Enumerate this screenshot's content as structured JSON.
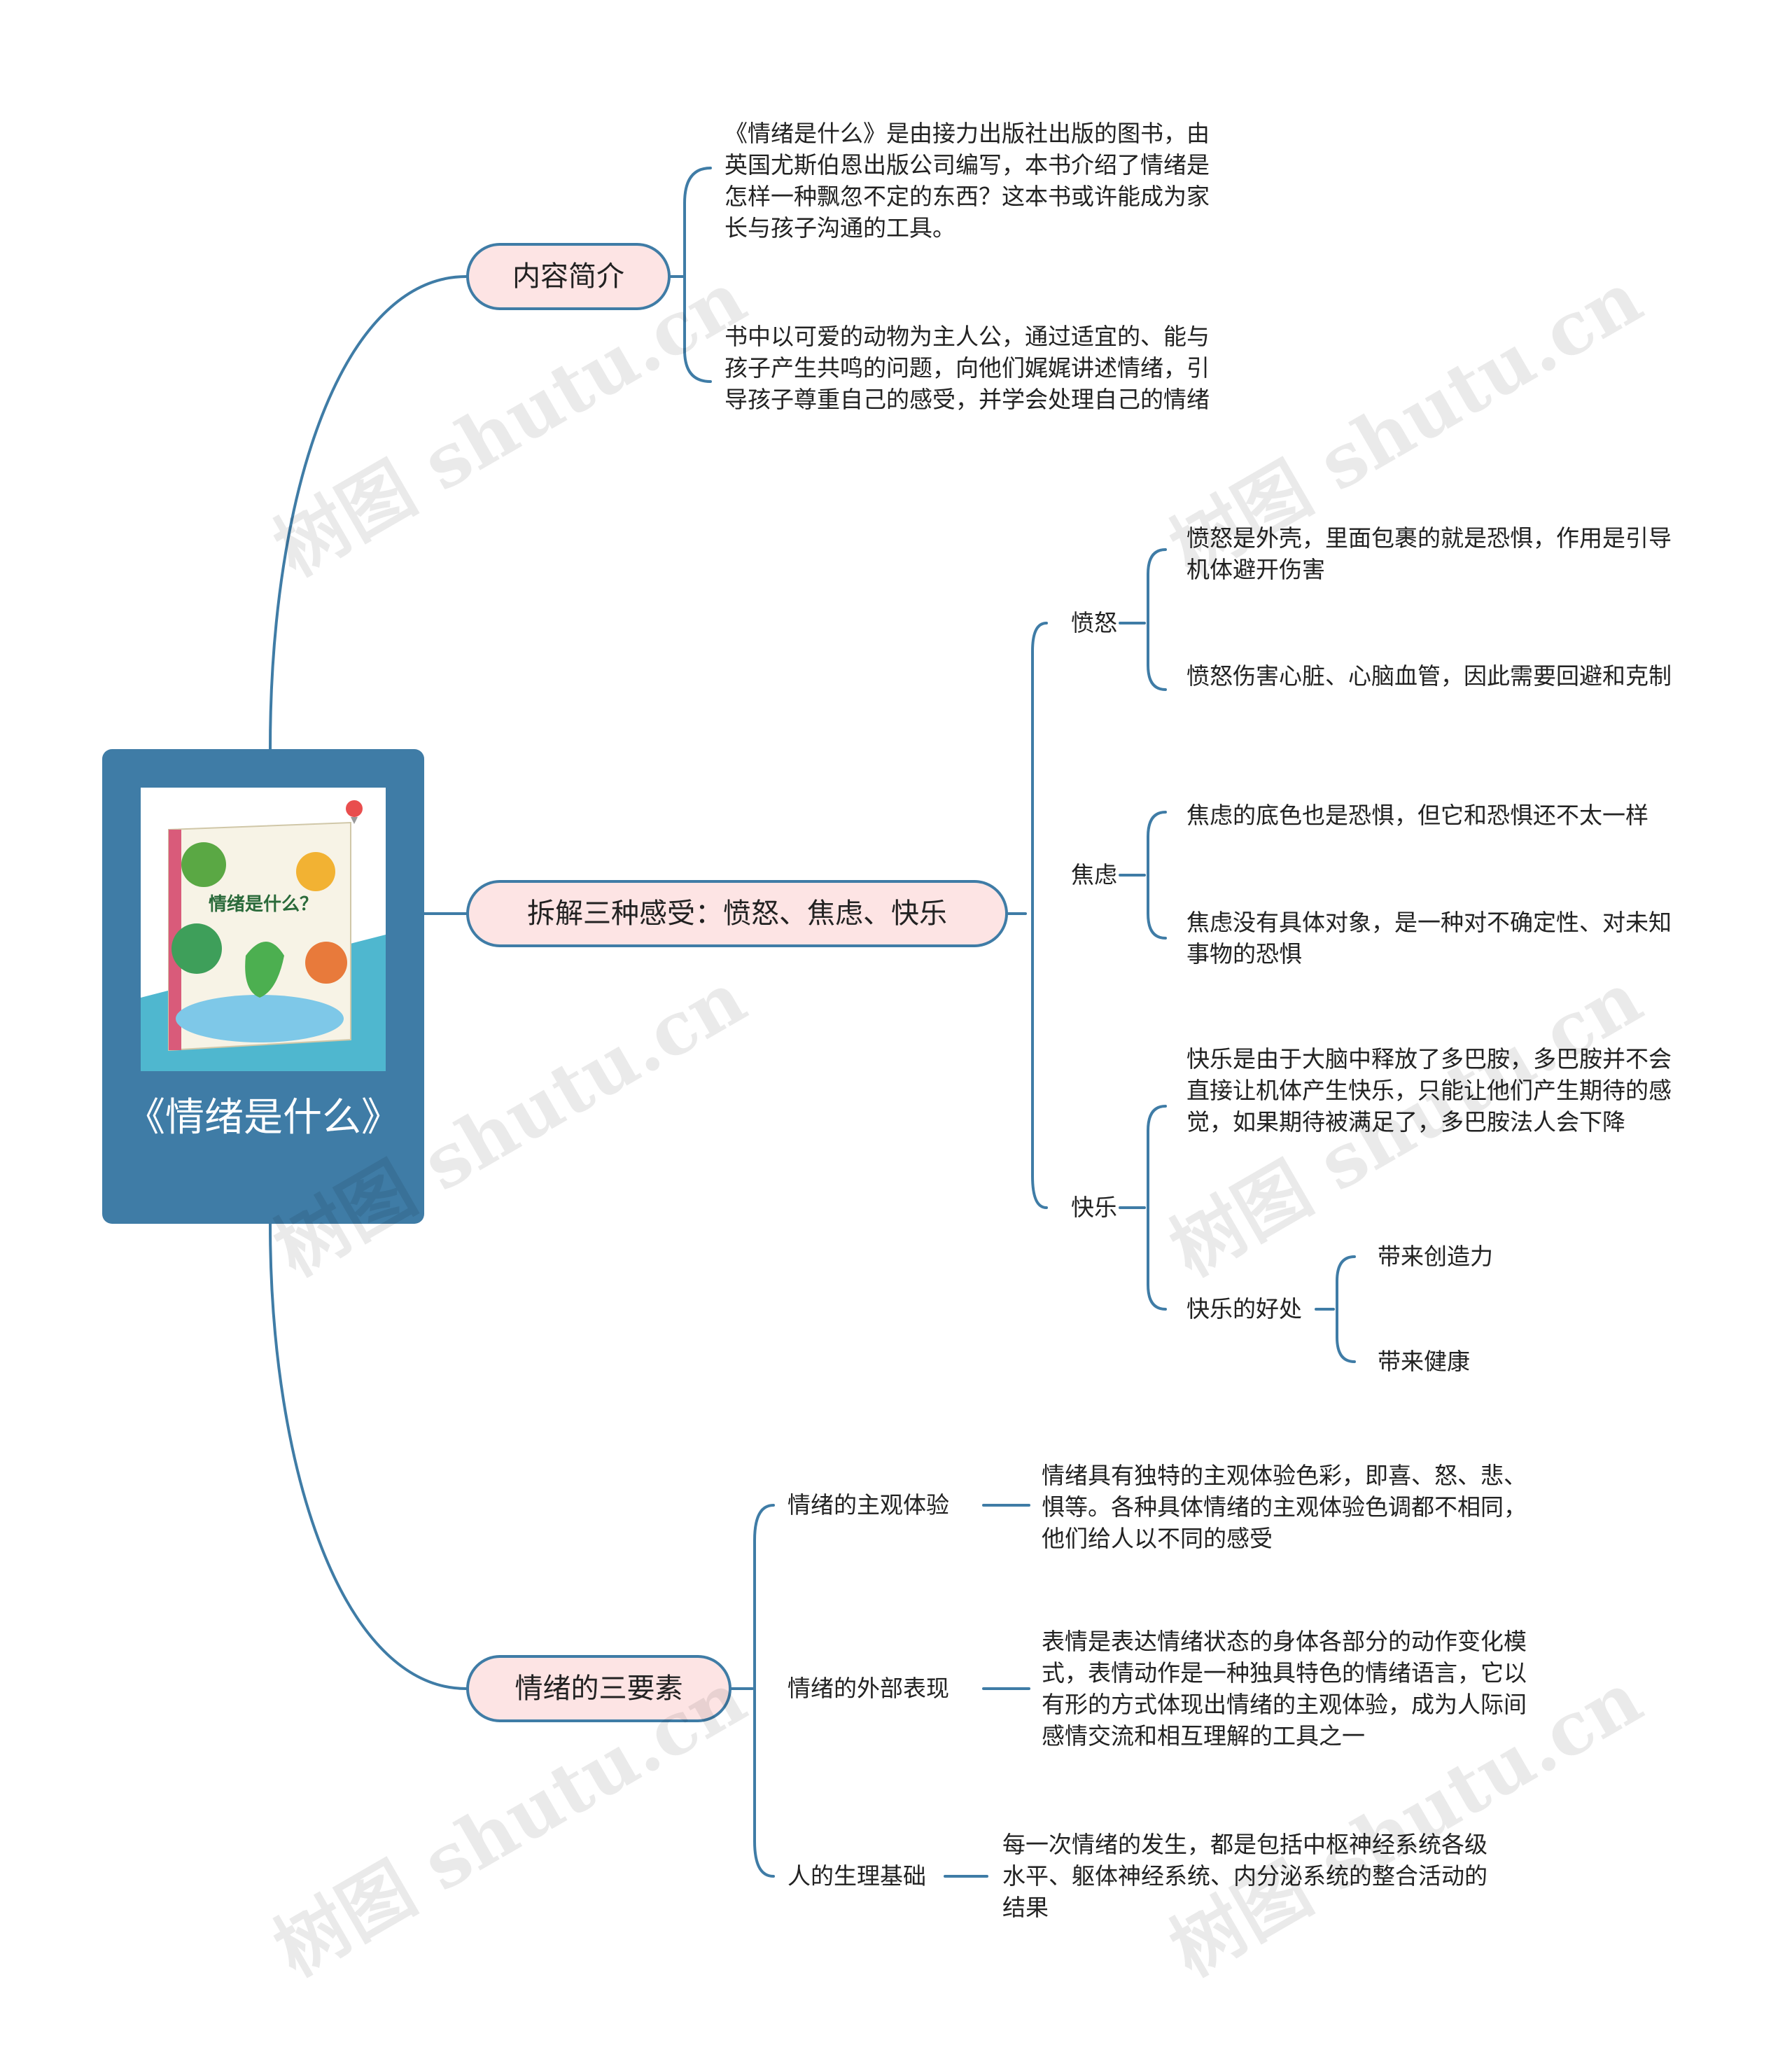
{
  "root": {
    "title": "《情绪是什么》",
    "cover_text": "情绪是什么？"
  },
  "branches": {
    "intro": {
      "label": "内容简介",
      "notes": [
        "《情绪是什么》是由接力出版社出版的图书，由英国尤斯伯恩出版公司编写，本书介绍了情绪是怎样一种飘忽不定的东西？这本书或许能成为家长与孩子沟通的工具。",
        "书中以可爱的动物为主人公，通过适宜的、能与孩子产生共鸣的问题，向他们娓娓讲述情绪，引导孩子尊重自己的感受，并学会处理自己的情绪"
      ]
    },
    "feelings": {
      "label": "拆解三种感受：愤怒、焦虑、快乐",
      "anger": {
        "label": "愤怒",
        "notes": [
          "愤怒是外壳，里面包裹的就是恐惧，作用是引导机体避开伤害",
          "愤怒伤害心脏、心脑血管，因此需要回避和克制"
        ]
      },
      "anxiety": {
        "label": "焦虑",
        "notes": [
          "焦虑的底色也是恐惧，但它和恐惧还不太一样",
          "焦虑没有具体对象，是一种对不确定性、对未知事物的恐惧"
        ]
      },
      "joy": {
        "label": "快乐",
        "note": "快乐是由于大脑中释放了多巴胺，多巴胺并不会直接让机体产生快乐，只能让他们产生期待的感觉，如果期待被满足了，多巴胺法人会下降",
        "benefits": {
          "label": "快乐的好处",
          "items": [
            "带来创造力",
            "带来健康"
          ]
        }
      }
    },
    "elements": {
      "label": "情绪的三要素",
      "items": [
        {
          "label": "情绪的主观体验",
          "note": "情绪具有独特的主观体验色彩，即喜、怒、悲、惧等。各种具体情绪的主观体验色调都不相同，他们给人以不同的感受"
        },
        {
          "label": "情绪的外部表现",
          "note": "表情是表达情绪状态的身体各部分的动作变化模式，表情动作是一种独具特色的情绪语言，它以有形的方式体现出情绪的主观体验，成为人际间感情交流和相互理解的工具之一"
        },
        {
          "label": "人的生理基础",
          "note": "每一次情绪的发生，都是包括中枢神经系统各级水平、躯体神经系统、内分泌系统的整合活动的结果"
        }
      ]
    }
  },
  "watermark": "树图 shutu.cn",
  "colors": {
    "line": "#3f7ca6",
    "root_fill": "#3f7ca6",
    "topic_fill": "#fde4e4"
  }
}
